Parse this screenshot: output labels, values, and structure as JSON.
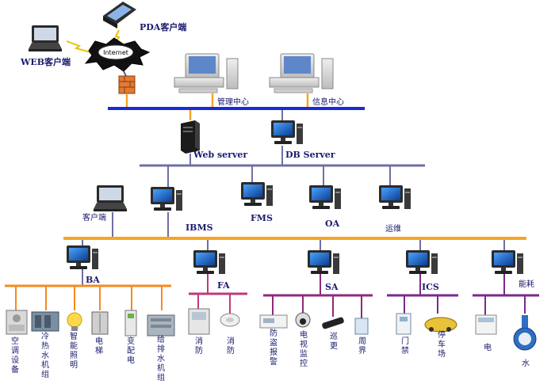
{
  "labels": {
    "pda": "PDA客户端",
    "web_client": "WEB客户端",
    "internet": "Internet",
    "mgmt": "管理中心",
    "info": "信息中心",
    "web_server": "Web server",
    "db_server": "DB Server",
    "client": "客户端",
    "ibms": "IBMS",
    "fms": "FMS",
    "oa": "OA",
    "ops": "运维",
    "ba": "BA",
    "fa": "FA",
    "sa": "SA",
    "ics": "ICS",
    "energy": "能耗"
  },
  "devices": {
    "ba": [
      "空调设备",
      "冷热水机组",
      "智能照明",
      "电梯",
      "变配电",
      "给排水机组"
    ],
    "fa": [
      "消防",
      "消防"
    ],
    "sa": [
      "防盗报警",
      "电视监控",
      "巡更",
      "周界"
    ],
    "ics": [
      "门禁",
      "停车场"
    ],
    "energy": [
      "电",
      "水"
    ]
  },
  "colors": {
    "backbone_blue": "#1a2ad6",
    "bus_gray": "#6f6fa6",
    "bus_orange": "#f5a623",
    "ba_orange": "#f58a1f",
    "fa_pink": "#c0397a",
    "sa_purple": "#8e2a7a",
    "ics_purple": "#7a2a8e",
    "energy_purple": "#7a2a8e",
    "link_orange": "#f5a623",
    "text": "#1a1a6e"
  },
  "icons": [
    "laptop-icon",
    "pda-icon",
    "internet-cloud-icon",
    "firewall-icon",
    "workstation-icon",
    "server-icon",
    "desktop-icon"
  ]
}
